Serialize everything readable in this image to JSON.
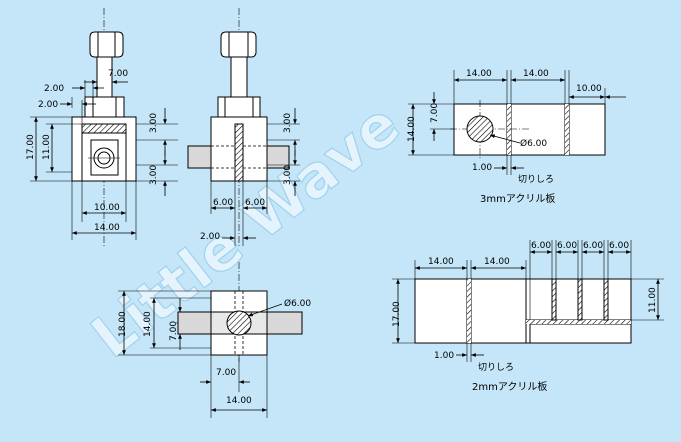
{
  "watermark": "Little Wave",
  "views": {
    "front": {
      "d_bolt": "7.00",
      "d_left_a": "2.00",
      "d_left_b": "2.00",
      "d_h17": "17.00",
      "d_h11": "11.00",
      "d_r3a": "3.00",
      "d_r3b": "3.00",
      "d_w10": "10.00",
      "d_w14": "14.00"
    },
    "side": {
      "d_r3a": "3.00",
      "d_r3b": "3.00",
      "d_w6a": "6.00",
      "d_w6b": "6.00",
      "d_w2": "2.00"
    },
    "top": {
      "d_h18": "18.00",
      "d_h14": "14.00",
      "d_h7": "7.00",
      "d_w7": "7.00",
      "d_w14": "14.00",
      "hole": "Ø6.00"
    }
  },
  "plate3": {
    "caption": "3mmアクリル板",
    "d_14a": "14.00",
    "d_14b": "14.00",
    "d_10": "10.00",
    "d_h14": "14.00",
    "d_h7": "7.00",
    "hole": "Ø6.00",
    "kerf": "1.00",
    "cut": "切りしろ"
  },
  "plate2": {
    "caption": "2mmアクリル板",
    "d_14a": "14.00",
    "d_14b": "14.00",
    "d_6a": "6.00",
    "d_6b": "6.00",
    "d_6c": "6.00",
    "d_6d": "6.00",
    "d_h17": "17.00",
    "d_h11": "11.00",
    "kerf": "1.00",
    "cut": "切りしろ"
  }
}
